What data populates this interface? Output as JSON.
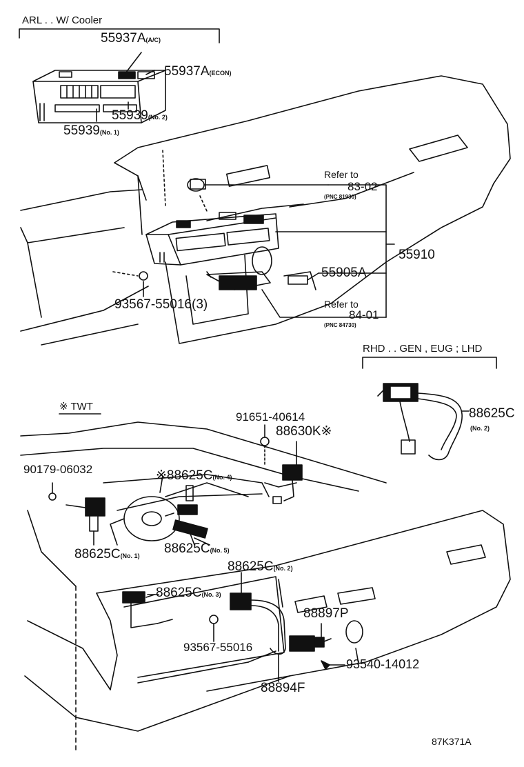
{
  "headers": {
    "arl": "ARL . . W/ Cooler",
    "rhd": "RHD . . GEN , EUG ; LHD",
    "twt": "※ TWT"
  },
  "parts": {
    "p55937a_ac": {
      "num": "55937A",
      "sub": "(A/C)"
    },
    "p55937a_econ": {
      "num": "55937A",
      "sub": "(ECON)"
    },
    "p55939_no2": {
      "num": "55939",
      "sub": "(No. 2)"
    },
    "p55939_no1": {
      "num": "55939",
      "sub": "(No. 1)"
    },
    "p55910": {
      "num": "55910"
    },
    "p55905a": {
      "num": "55905A"
    },
    "p93567_3": {
      "num": "93567-55016(3)"
    },
    "p88625c_no2": {
      "num": "88625C",
      "sub": "(No. 2)"
    },
    "p91651": {
      "num": "91651-40614"
    },
    "p88630k": {
      "num": "88630K※"
    },
    "p90179": {
      "num": "90179-06032"
    },
    "p88625c_no4": {
      "num": "※88625C",
      "sub": "(No. 4)"
    },
    "p88625c_no1": {
      "num": "88625C",
      "sub": "(No. 1)"
    },
    "p88625c_no5": {
      "num": "88625C",
      "sub": "(No. 5)"
    },
    "p88625c_no2b": {
      "num": "88625C",
      "sub": "(No. 2)"
    },
    "p88625c_no3": {
      "num": "88625C",
      "sub": "(No. 3)"
    },
    "p88897p": {
      "num": "88897P"
    },
    "p93567": {
      "num": "93567-55016"
    },
    "p93540": {
      "num": "93540-14012"
    },
    "p88894f": {
      "num": "88894F"
    }
  },
  "refs": {
    "r1": {
      "text": "Refer to",
      "sec": "83-02",
      "pnc": "(PNC 81930)"
    },
    "r2": {
      "text": "Refer to",
      "sec": "84-01",
      "pnc": "(PNC 84730)"
    }
  },
  "code": "87K371A"
}
